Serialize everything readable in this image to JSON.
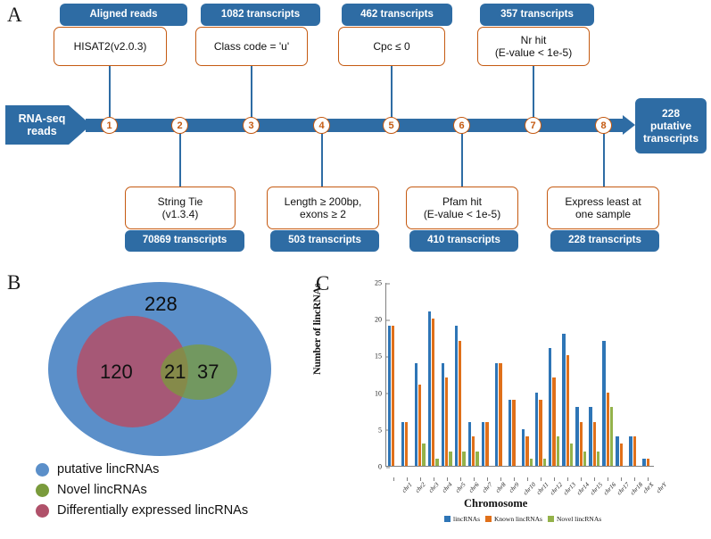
{
  "panels": {
    "a_letter": "A",
    "b_letter": "B",
    "c_letter": "C"
  },
  "colors": {
    "blue_box": "#2E6CA4",
    "orange_outline": "#C55A11",
    "venn_blue": "#5B8FC9",
    "venn_red": "#B0516A",
    "venn_green": "#7A9B3C",
    "bar_lincrnas": "#2E75B6",
    "bar_known": "#E0701A",
    "bar_novel": "#94B24A"
  },
  "flowchart": {
    "start": "RNA-seq\nreads",
    "start_line1": "RNA-seq",
    "start_line2": "reads",
    "end_box": "228\nputative\ntranscripts",
    "end_line1": "228",
    "end_line2": "putative",
    "end_line3": "transcripts",
    "steps": [
      {
        "n": "1",
        "side": "top",
        "method": "HISAT2(v2.0.3)",
        "method_l1": "HISAT2(v2.0.3)",
        "method_l2": "",
        "count": "Aligned reads"
      },
      {
        "n": "2",
        "side": "bottom",
        "method": "String Tie (v1.3.4)",
        "method_l1": "String Tie",
        "method_l2": "(v1.3.4)",
        "count": "70869 transcripts"
      },
      {
        "n": "3",
        "side": "top",
        "method": "Class code = 'u'",
        "method_l1": "Class code = 'u'",
        "method_l2": "",
        "count": "1082 transcripts"
      },
      {
        "n": "4",
        "side": "bottom",
        "method": "Length ≥ 200bp, exons ≥ 2",
        "method_l1": "Length ≥ 200bp,",
        "method_l2": "exons ≥ 2",
        "count": "503 transcripts"
      },
      {
        "n": "5",
        "side": "top",
        "method": "Cpc ≤ 0",
        "method_l1": "Cpc ≤ 0",
        "method_l2": "",
        "count": "462 transcripts"
      },
      {
        "n": "6",
        "side": "bottom",
        "method": "Pfam hit (E-value < 1e-5)",
        "method_l1": "Pfam hit",
        "method_l2": "(E-value < 1e-5)",
        "count": "410 transcripts"
      },
      {
        "n": "7",
        "side": "top",
        "method": "Nr hit (E-value < 1e-5)",
        "method_l1": "Nr hit",
        "method_l2": "(E-value < 1e-5)",
        "count": "357 transcripts"
      },
      {
        "n": "8",
        "side": "bottom",
        "method": "Express least at one sample",
        "method_l1": "Express least at",
        "method_l2": "one sample",
        "count": "228 transcripts"
      }
    ]
  },
  "venn": {
    "total_label": "228",
    "red_only": "120",
    "overlap": "21",
    "green_only": "37",
    "legend": [
      {
        "label": "putative lincRNAs",
        "color": "#5B8FC9"
      },
      {
        "label": "Novel lincRNAs",
        "color": "#7A9B3C"
      },
      {
        "label": "Differentially expressed lincRNAs",
        "color": "#B0516A"
      }
    ]
  },
  "chart_data": {
    "type": "bar",
    "title": "",
    "xlabel": "Chromosome",
    "ylabel": "Number of lincRNAs",
    "ylim": [
      0,
      25
    ],
    "yticks": [
      0,
      5,
      10,
      15,
      20,
      25
    ],
    "grid": false,
    "legend_position": "bottom",
    "categories": [
      "chr1",
      "chr2",
      "chr3",
      "chr4",
      "chr5",
      "chr6",
      "chr7",
      "chr8",
      "chr9",
      "chr10",
      "chr11",
      "chr12",
      "chr13",
      "chr14",
      "chr15",
      "chr16",
      "chr17",
      "chr18",
      "chrX",
      "chrY"
    ],
    "series": [
      {
        "name": "lincRNAs",
        "color": "#2E75B6",
        "values": [
          19,
          6,
          14,
          21,
          14,
          19,
          6,
          6,
          14,
          9,
          5,
          10,
          16,
          18,
          8,
          8,
          17,
          4,
          4,
          1
        ]
      },
      {
        "name": "Known lincRNAs",
        "color": "#E0701A",
        "values": [
          19,
          6,
          11,
          20,
          12,
          17,
          4,
          6,
          14,
          9,
          4,
          9,
          12,
          15,
          6,
          6,
          10,
          3,
          4,
          1
        ]
      },
      {
        "name": "Novel lincRNAs",
        "color": "#94B24A",
        "values": [
          0,
          0,
          3,
          1,
          2,
          2,
          2,
          0,
          0,
          0,
          1,
          1,
          4,
          3,
          2,
          2,
          8,
          0,
          0,
          0
        ]
      }
    ]
  }
}
